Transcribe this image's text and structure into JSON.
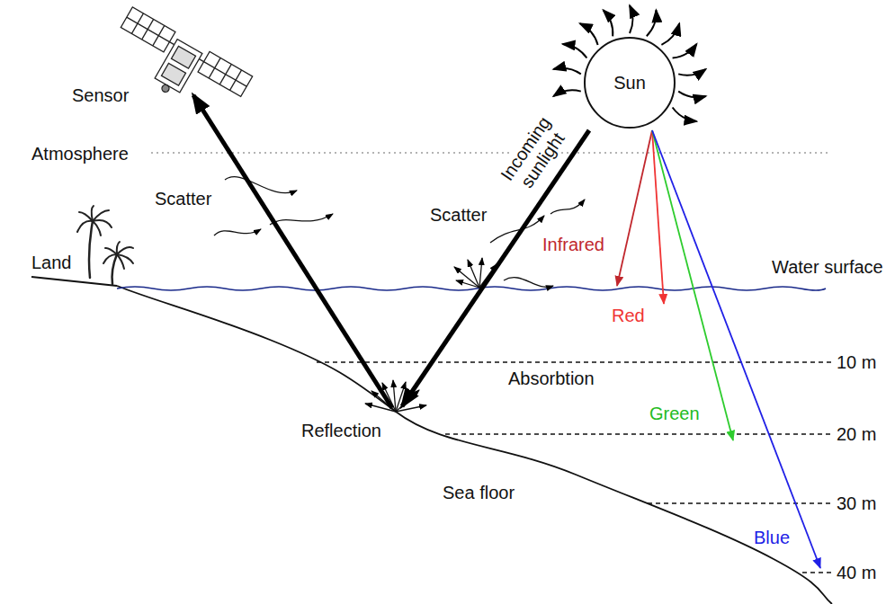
{
  "diagram": {
    "nodes": [
      {
        "text": [
          "Sun"
        ]
      }
    ],
    "labels": [
      "Sensor",
      "Atmosphere",
      "Scatter",
      "Incoming sunlight",
      "Scatter",
      "Infrared",
      "Land",
      "Water surface",
      "Red",
      "10 m",
      "Absorbtion",
      "Green",
      "Reflection",
      "20 m",
      "Sea floor",
      "30 m",
      "Blue",
      "40 m"
    ]
  }
}
